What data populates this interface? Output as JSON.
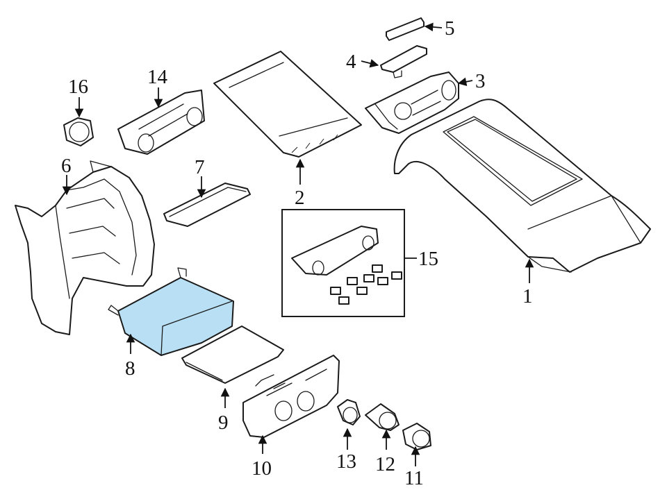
{
  "callouts": {
    "c1": "1",
    "c2": "2",
    "c3": "3",
    "c4": "4",
    "c5": "5",
    "c6": "6",
    "c7": "7",
    "c8": "8",
    "c9": "9",
    "c10": "10",
    "c11": "11",
    "c12": "12",
    "c13": "13",
    "c14": "14",
    "c15": "15",
    "c16": "16"
  },
  "highlight": {
    "part": "8",
    "color": "#b8dff3"
  }
}
